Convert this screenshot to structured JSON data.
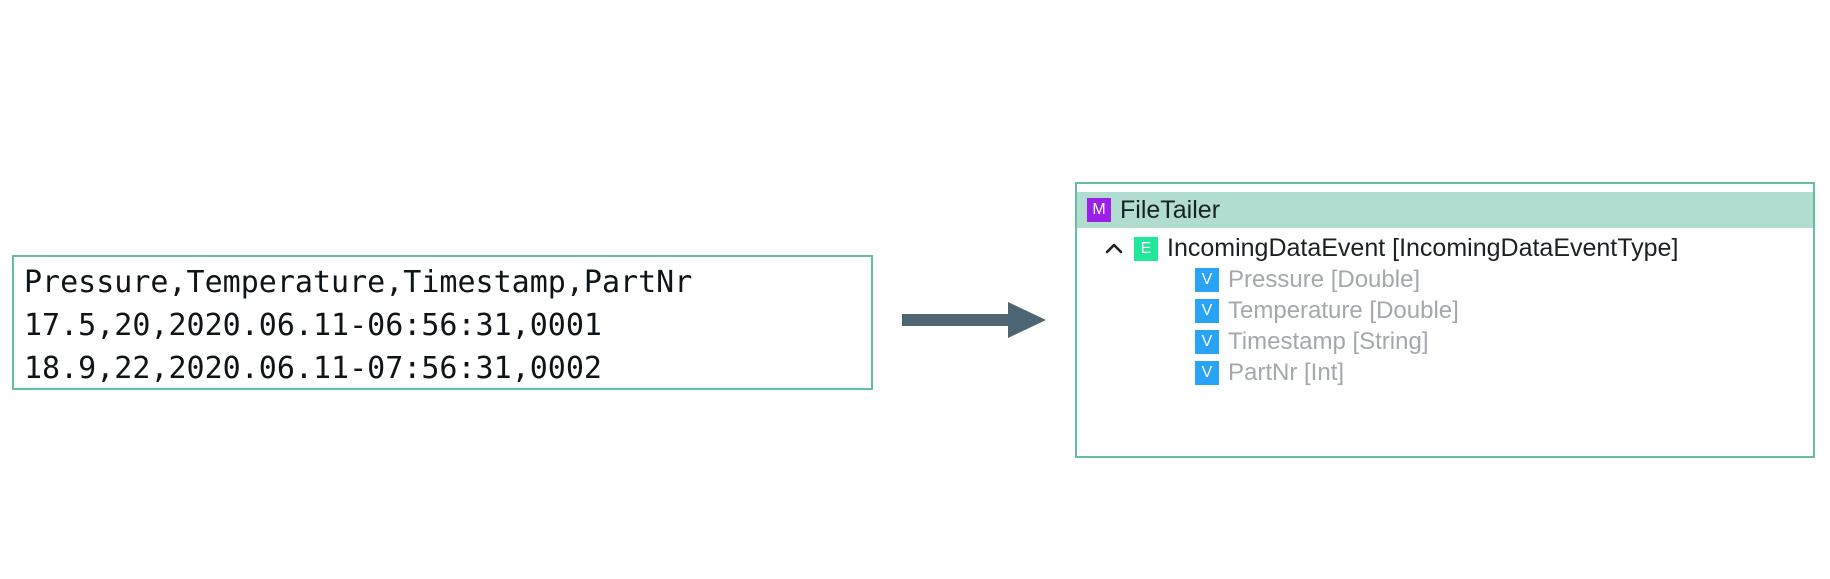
{
  "source": {
    "name": "csv-data-sample",
    "lines": [
      "Pressure,Temperature,Timestamp,PartNr",
      "17.5,20,2020.06.11-06:56:31,0001",
      "18.9,22,2020.06.11-07:56:31,0002"
    ]
  },
  "connector": {
    "icon": "right-arrow-icon",
    "color": "#4e6673"
  },
  "tree": {
    "module": {
      "badge": "M",
      "badge_color": "#9b1fe8",
      "label": "FileTailer",
      "header_color": "#b0ddd0"
    },
    "event": {
      "chevron": "chevron-up-icon",
      "badge": "E",
      "badge_color": "#21e79b",
      "label": "IncomingDataEvent [IncomingDataEventType]"
    },
    "variables": [
      {
        "badge": "V",
        "label": "Pressure [Double]"
      },
      {
        "badge": "V",
        "label": "Temperature [Double]"
      },
      {
        "badge": "V",
        "label": "Timestamp [String]"
      },
      {
        "badge": "V",
        "label": "PartNr [Int]"
      }
    ],
    "variable_badge_color": "#28a3f5",
    "border_color": "#62bfa2"
  }
}
